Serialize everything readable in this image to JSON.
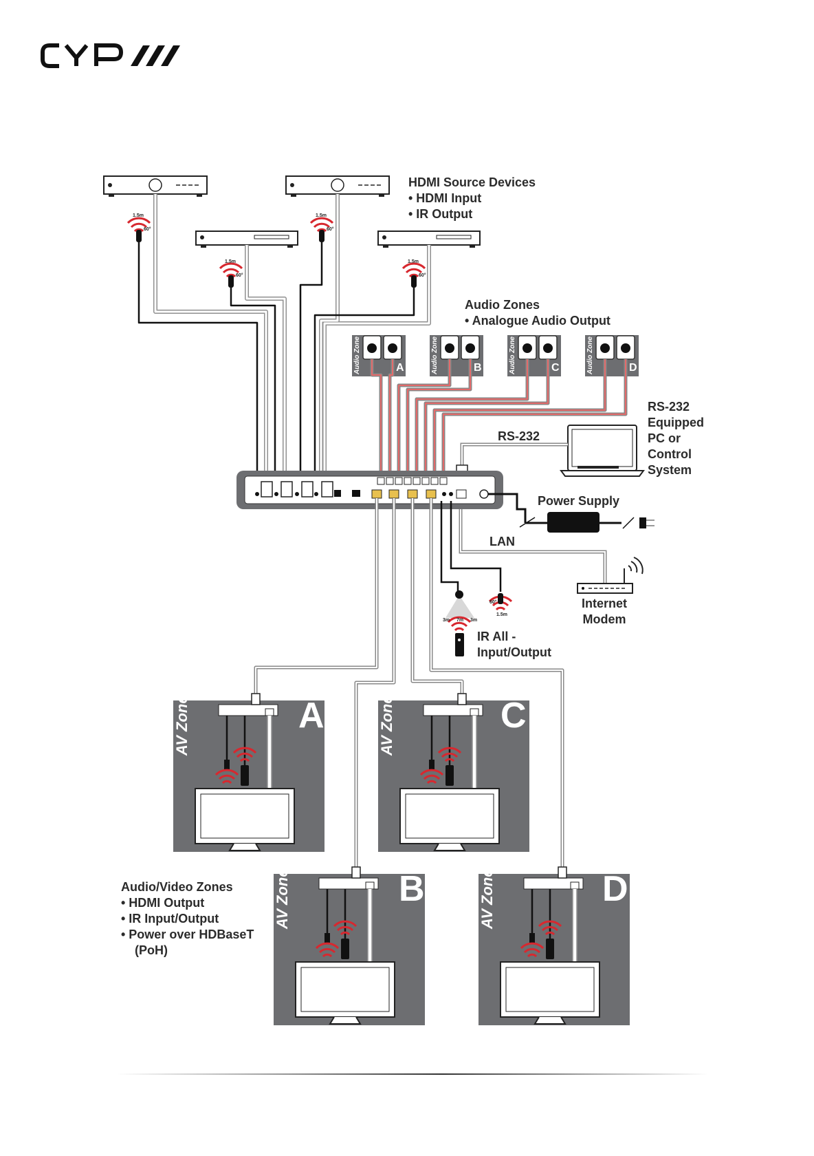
{
  "logo": {
    "text": "CYP"
  },
  "labels": {
    "hdmi_sources": {
      "title": "HDMI Source Devices",
      "items": [
        "• HDMI Input",
        "• IR Output"
      ]
    },
    "audio_zones": {
      "title": "Audio Zones",
      "items": [
        "•  Analogue Audio Output"
      ]
    },
    "rs232_pc": {
      "lines": [
        "RS-232",
        "Equipped",
        "PC or",
        "Control",
        "System"
      ]
    },
    "rs232": "RS-232",
    "power_supply": "Power Supply",
    "lan": "LAN",
    "internet_modem": {
      "lines": [
        "Internet",
        "Modem"
      ]
    },
    "ir_all": {
      "lines": [
        "IR All -",
        "Input/Output"
      ]
    },
    "av_zones": {
      "title": "Audio/Video Zones",
      "items": [
        "•  HDMI Output",
        "•  IR Input/Output",
        "•  Power over HDBaseT",
        "    (PoH)"
      ]
    }
  },
  "ir_range": {
    "distance": "1.5m",
    "angle": "60°"
  },
  "ir_receiver_range": {
    "left": "3m",
    "center": "7m",
    "right": "3m"
  },
  "speaker_zones": [
    {
      "letter": "A",
      "label": "Audio Zone"
    },
    {
      "letter": "B",
      "label": "Audio Zone"
    },
    {
      "letter": "C",
      "label": "Audio Zone"
    },
    {
      "letter": "D",
      "label": "Audio Zone"
    }
  ],
  "av_zone_panels": [
    {
      "letter": "A",
      "label": "AV Zone"
    },
    {
      "letter": "C",
      "label": "AV Zone"
    },
    {
      "letter": "B",
      "label": "AV Zone"
    },
    {
      "letter": "D",
      "label": "AV Zone"
    }
  ],
  "colors": {
    "panel": "#6d6e71",
    "ir_red": "#d7282f",
    "line": "#222222",
    "cable": "#9a9a9a",
    "speaker_red": "#e05a5a"
  }
}
